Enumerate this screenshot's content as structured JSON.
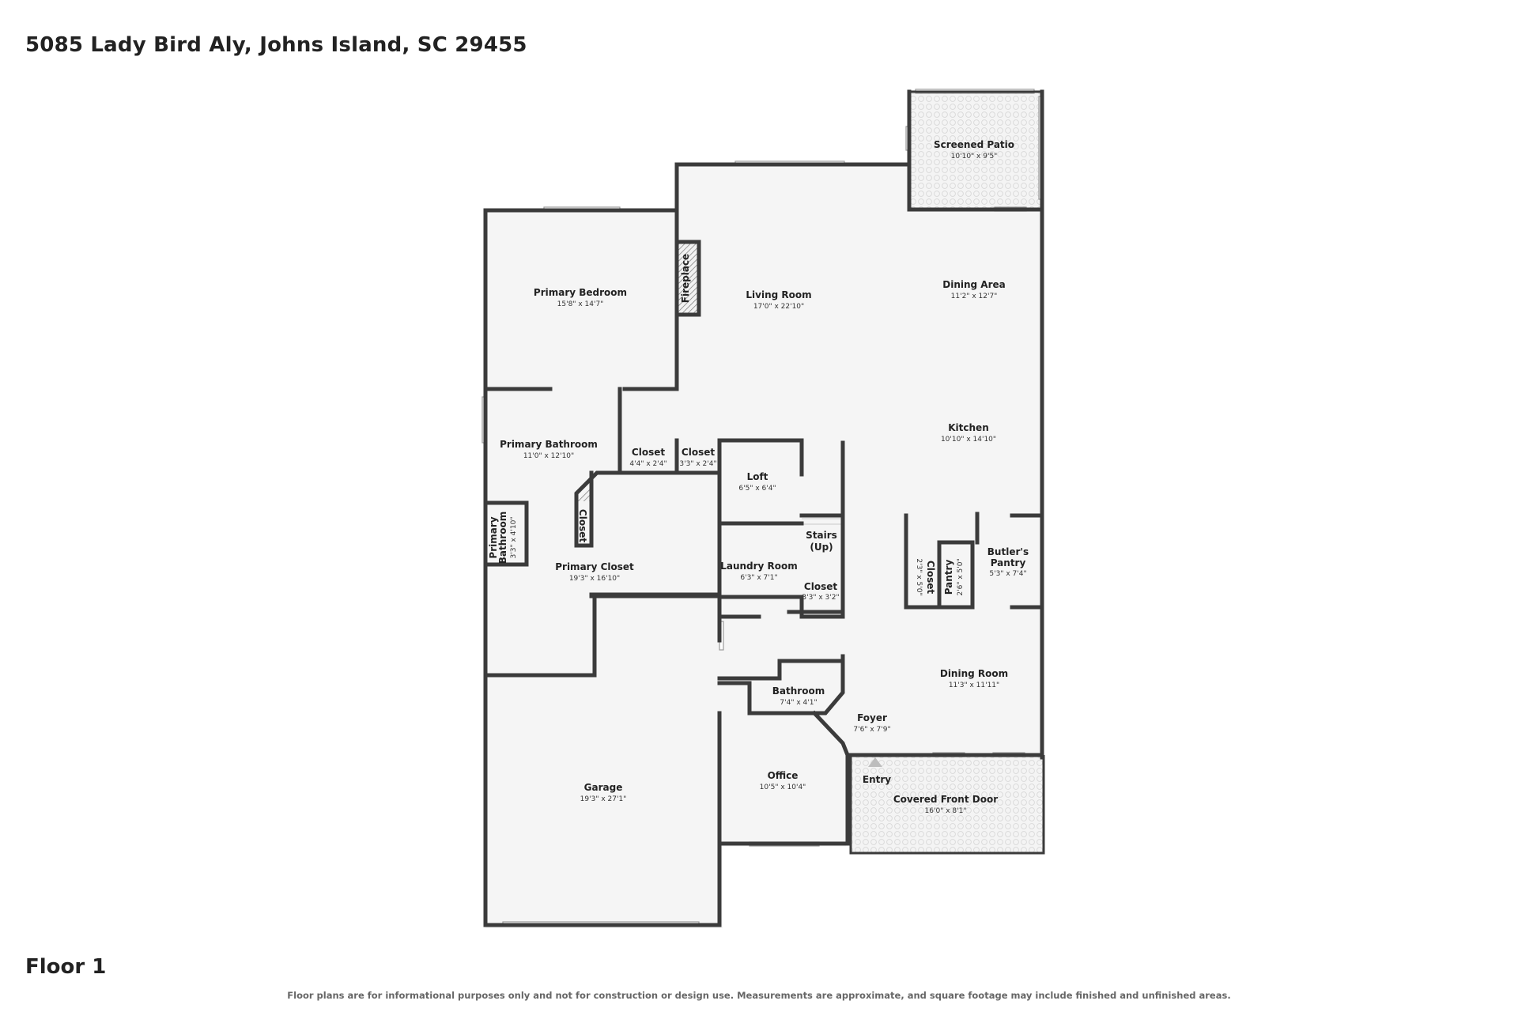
{
  "header": {
    "address": "5085 Lady Bird Aly, Johns Island, SC 29455"
  },
  "footer": {
    "floor": "Floor 1",
    "disclaimer": "Floor plans are for informational purposes only and not for construction or design use. Measurements are approximate, and square footage may include finished and unfinished areas."
  },
  "rooms": {
    "screened_patio": {
      "name": "Screened Patio",
      "dim": "10'10\" x 9'5\""
    },
    "primary_bedroom": {
      "name": "Primary Bedroom",
      "dim": "15'8\" x 14'7\""
    },
    "living_room": {
      "name": "Living Room",
      "dim": "17'0\" x 22'10\""
    },
    "dining_area": {
      "name": "Dining Area",
      "dim": "11'2\" x 12'7\""
    },
    "fireplace": {
      "name": "Fireplace"
    },
    "kitchen": {
      "name": "Kitchen",
      "dim": "10'10\" x 14'10\""
    },
    "primary_bathroom": {
      "name": "Primary Bathroom",
      "dim": "11'0\" x 12'10\""
    },
    "closet_1": {
      "name": "Closet",
      "dim": "4'4\" x 2'4\""
    },
    "closet_2": {
      "name": "Closet",
      "dim": "3'3\" x 2'4\""
    },
    "loft": {
      "name": "Loft",
      "dim": "6'5\" x 6'4\""
    },
    "closet_small": {
      "name": "Closet"
    },
    "primary_bathroom_2": {
      "name1": "Primary",
      "name2": "Bathroom",
      "dim": "3'3\" x 4'10\""
    },
    "stairs": {
      "name1": "Stairs",
      "name2": "(Up)"
    },
    "primary_closet": {
      "name": "Primary Closet",
      "dim": "19'3\" x 16'10\""
    },
    "laundry_room": {
      "name": "Laundry Room",
      "dim": "6'3\" x 7'1\""
    },
    "closet_3": {
      "name": "Closet",
      "dim": "3'3\" x 3'2\""
    },
    "closet_4": {
      "name": "Closet",
      "dim": "2'3\" x 5'0\""
    },
    "pantry": {
      "name": "Pantry",
      "dim": "2'6\" x 5'0\""
    },
    "butlers_pantry": {
      "name1": "Butler's",
      "name2": "Pantry",
      "dim": "5'3\" x 7'4\""
    },
    "dining_room": {
      "name": "Dining Room",
      "dim": "11'3\" x 11'11\""
    },
    "bathroom": {
      "name": "Bathroom",
      "dim": "7'4\" x 4'1\""
    },
    "foyer": {
      "name": "Foyer",
      "dim": "7'6\" x 7'9\""
    },
    "entry": {
      "name": "Entry"
    },
    "office": {
      "name": "Office",
      "dim": "10'5\" x 10'4\""
    },
    "covered_front_door": {
      "name": "Covered Front Door",
      "dim": "16'0\" x 8'1\""
    },
    "garage": {
      "name": "Garage",
      "dim": "19'3\" x 27'1\""
    }
  }
}
